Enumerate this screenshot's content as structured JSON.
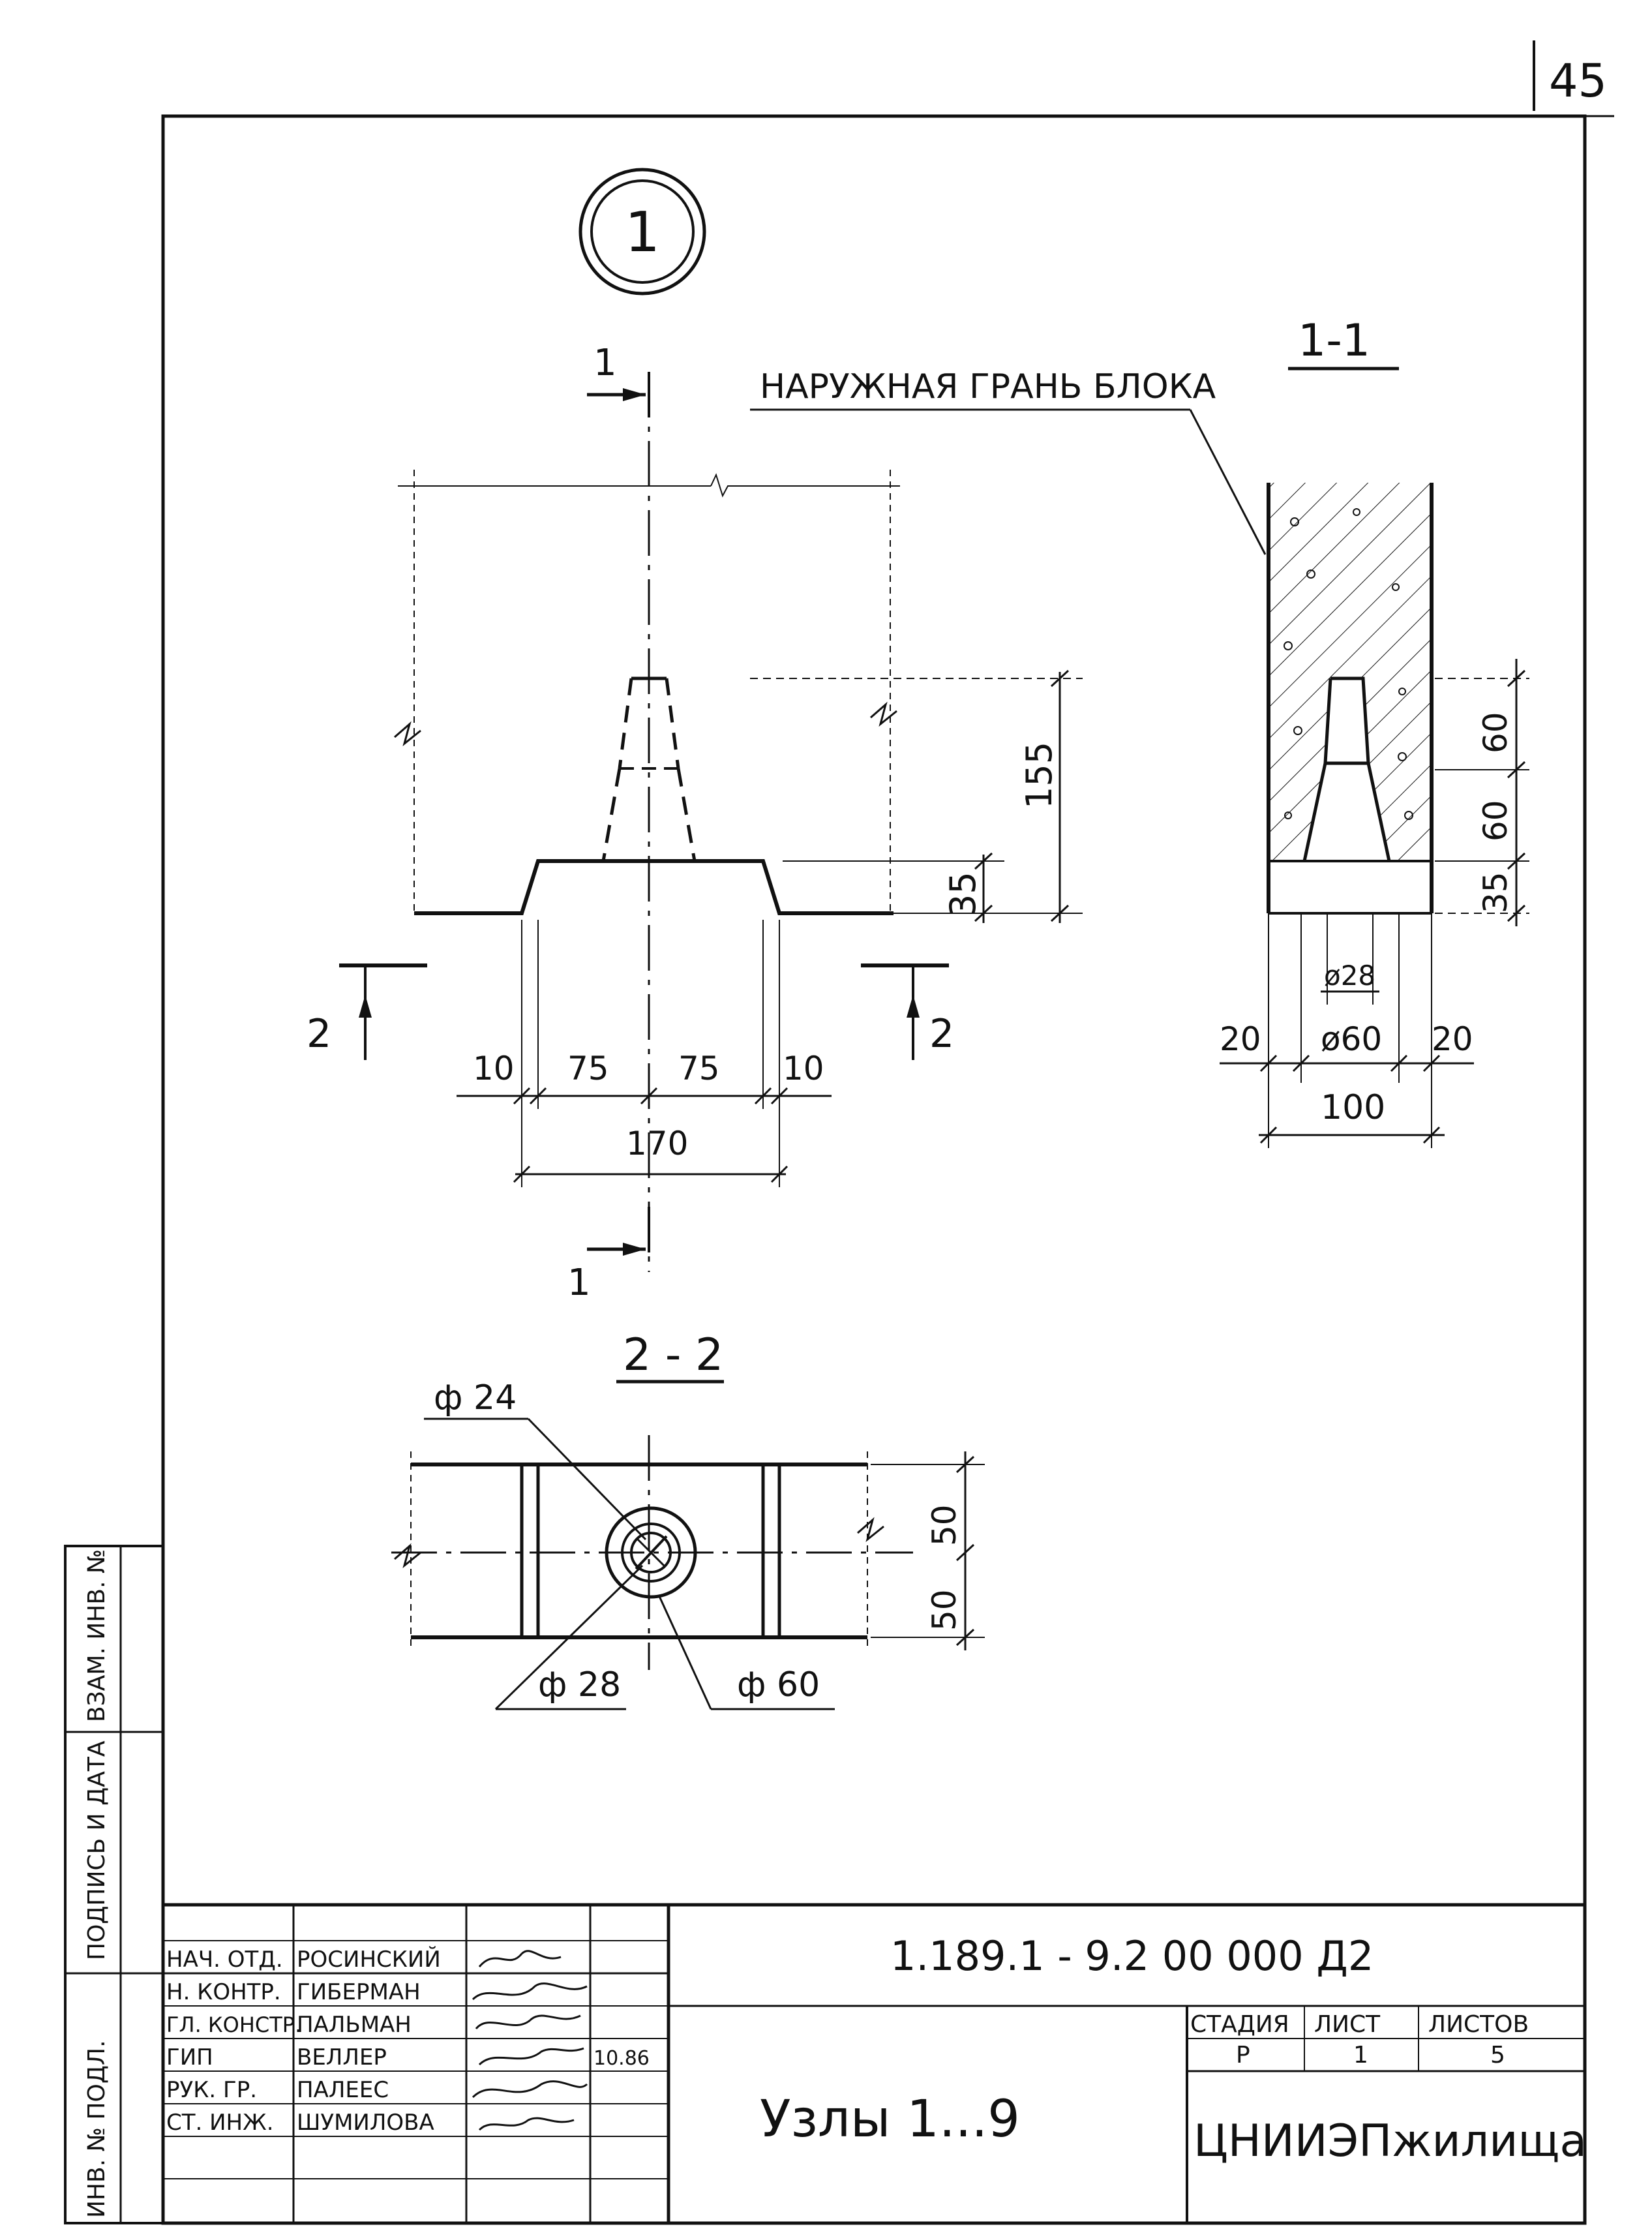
{
  "sheet": {
    "page_number": "45",
    "node_mark": "1",
    "doc_code": "1.189.1 - 9.2  00 000  Д2",
    "title": "Узлы 1...9",
    "organization": "ЦНИИЭПжилища",
    "stage_header": "СТАДИЯ",
    "sheet_header": "ЛИСТ",
    "sheets_header": "ЛИСТОВ",
    "stage": "Р",
    "sheet_no": "1",
    "sheets_total": "5",
    "date": "10.86"
  },
  "side_stamp": {
    "inv_podl": "ИНВ. № ПОДЛ.",
    "podpis_data": "ПОДПИСЬ И ДАТА",
    "vzam_inv": "ВЗАМ. ИНВ. №"
  },
  "signatures": [
    {
      "role": "НАЧ. ОТД.",
      "name": "РОСИНСКИЙ"
    },
    {
      "role": "Н. КОНТР.",
      "name": "ГИБЕРМАН"
    },
    {
      "role": "ГЛ. КОНСТР.",
      "name": "ПАЛЬМАН"
    },
    {
      "role": "ГИП",
      "name": "ВЕЛЛЕР"
    },
    {
      "role": "РУК. ГР.",
      "name": "ПАЛЕЕС"
    },
    {
      "role": "СТ. ИНЖ.",
      "name": "ШУМИЛОВА"
    }
  ],
  "main_view": {
    "section_mark_top": "1",
    "section_mark_bottom": "1",
    "cut_left": "2",
    "cut_right": "2",
    "dim_155": "155",
    "dim_35": "35",
    "dim_10_left": "10",
    "dim_75_left": "75",
    "dim_75_right": "75",
    "dim_10_right": "10",
    "dim_170": "170"
  },
  "section_1_1": {
    "title": "1-1",
    "leader_label": "НАРУЖНАЯ ГРАНЬ БЛОКА",
    "dim_60_top": "60",
    "dim_60_mid": "60",
    "dim_35": "35",
    "dim_d28": "ø28",
    "dim_20_left": "20",
    "dim_d60": "ø60",
    "dim_20_right": "20",
    "dim_100": "100"
  },
  "section_2_2": {
    "title": "2 - 2",
    "dim_d24": "ф 24",
    "dim_d28": "ф 28",
    "dim_d60": "ф 60",
    "dim_50_top": "50",
    "dim_50_bottom": "50"
  },
  "colors": {
    "ink": "#111111",
    "paper": "#ffffff"
  }
}
